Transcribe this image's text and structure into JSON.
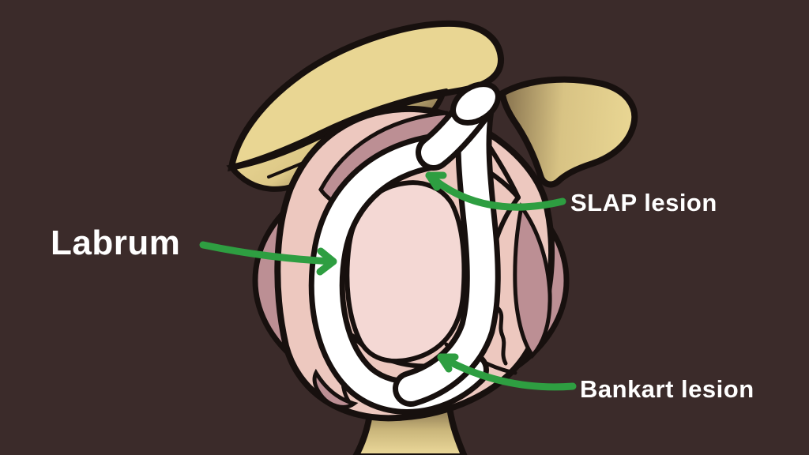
{
  "title": "Shoulder labrum lesions illustration",
  "labels": {
    "labrum": "Labrum",
    "slap": "SLAP lesion",
    "bankart": "Bankart lesion"
  },
  "annotations": [
    {
      "label": "Labrum",
      "arrow_color": "#2e9e41",
      "arrow_direction": "right",
      "points_to": "white labrum ring"
    },
    {
      "label": "SLAP lesion",
      "arrow_color": "#2e9e41",
      "arrow_direction": "up-left",
      "points_to": "superior labrum at biceps tendon anchor"
    },
    {
      "label": "Bankart lesion",
      "arrow_color": "#2e9e41",
      "arrow_direction": "up-left",
      "points_to": "antero-inferior labrum"
    }
  ],
  "colors": {
    "background": "#3b2b2a",
    "outline": "#17100e",
    "bone": "#e9d693",
    "bone_shadow": "#6e5b3f",
    "capsule_pink": "#edc8bf",
    "fossa_pink": "#f4d8d4",
    "mauve": "#bc8f94",
    "white": "#ffffff",
    "arrow_green": "#2e9e41",
    "label_text": "#ffffff"
  }
}
